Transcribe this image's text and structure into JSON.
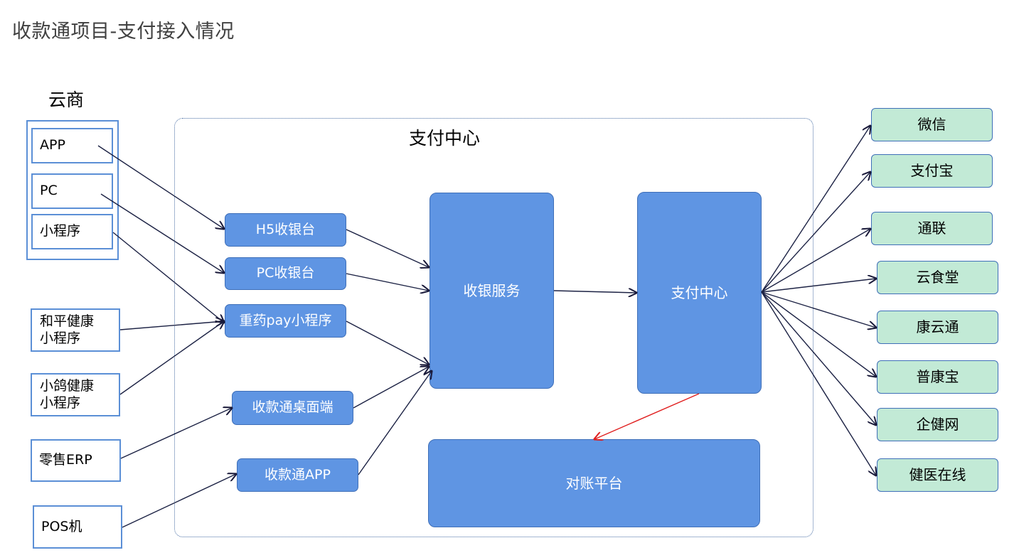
{
  "title": "收款通项目-支付接入情况",
  "yunshang": {
    "label": "云商",
    "items": [
      "APP",
      "PC",
      "小程序"
    ]
  },
  "sources": {
    "heping": "和平健康\n小程序",
    "xiaoge": "小鸽健康\n小程序",
    "erp": "零售ERP",
    "pos": "POS机"
  },
  "region": {
    "label": "支付中心"
  },
  "entries": {
    "h5": "H5收银台",
    "pc": "PC收银台",
    "pay_mini": "重药pay小程序",
    "desktop": "收款通桌面端",
    "app": "收款通APP"
  },
  "core": {
    "cashier": "收银服务",
    "pay_center": "支付中心",
    "reconcile": "对账平台"
  },
  "channels": [
    "微信",
    "支付宝",
    "通联",
    "云食堂",
    "康云通",
    "普康宝",
    "企健网",
    "健医在线"
  ],
  "colors": {
    "node_blue": "#5f95e3",
    "channel_green": "#c2ead6",
    "outline_blue": "#5b8fd6",
    "reconcile_arrow": "#e02020"
  }
}
